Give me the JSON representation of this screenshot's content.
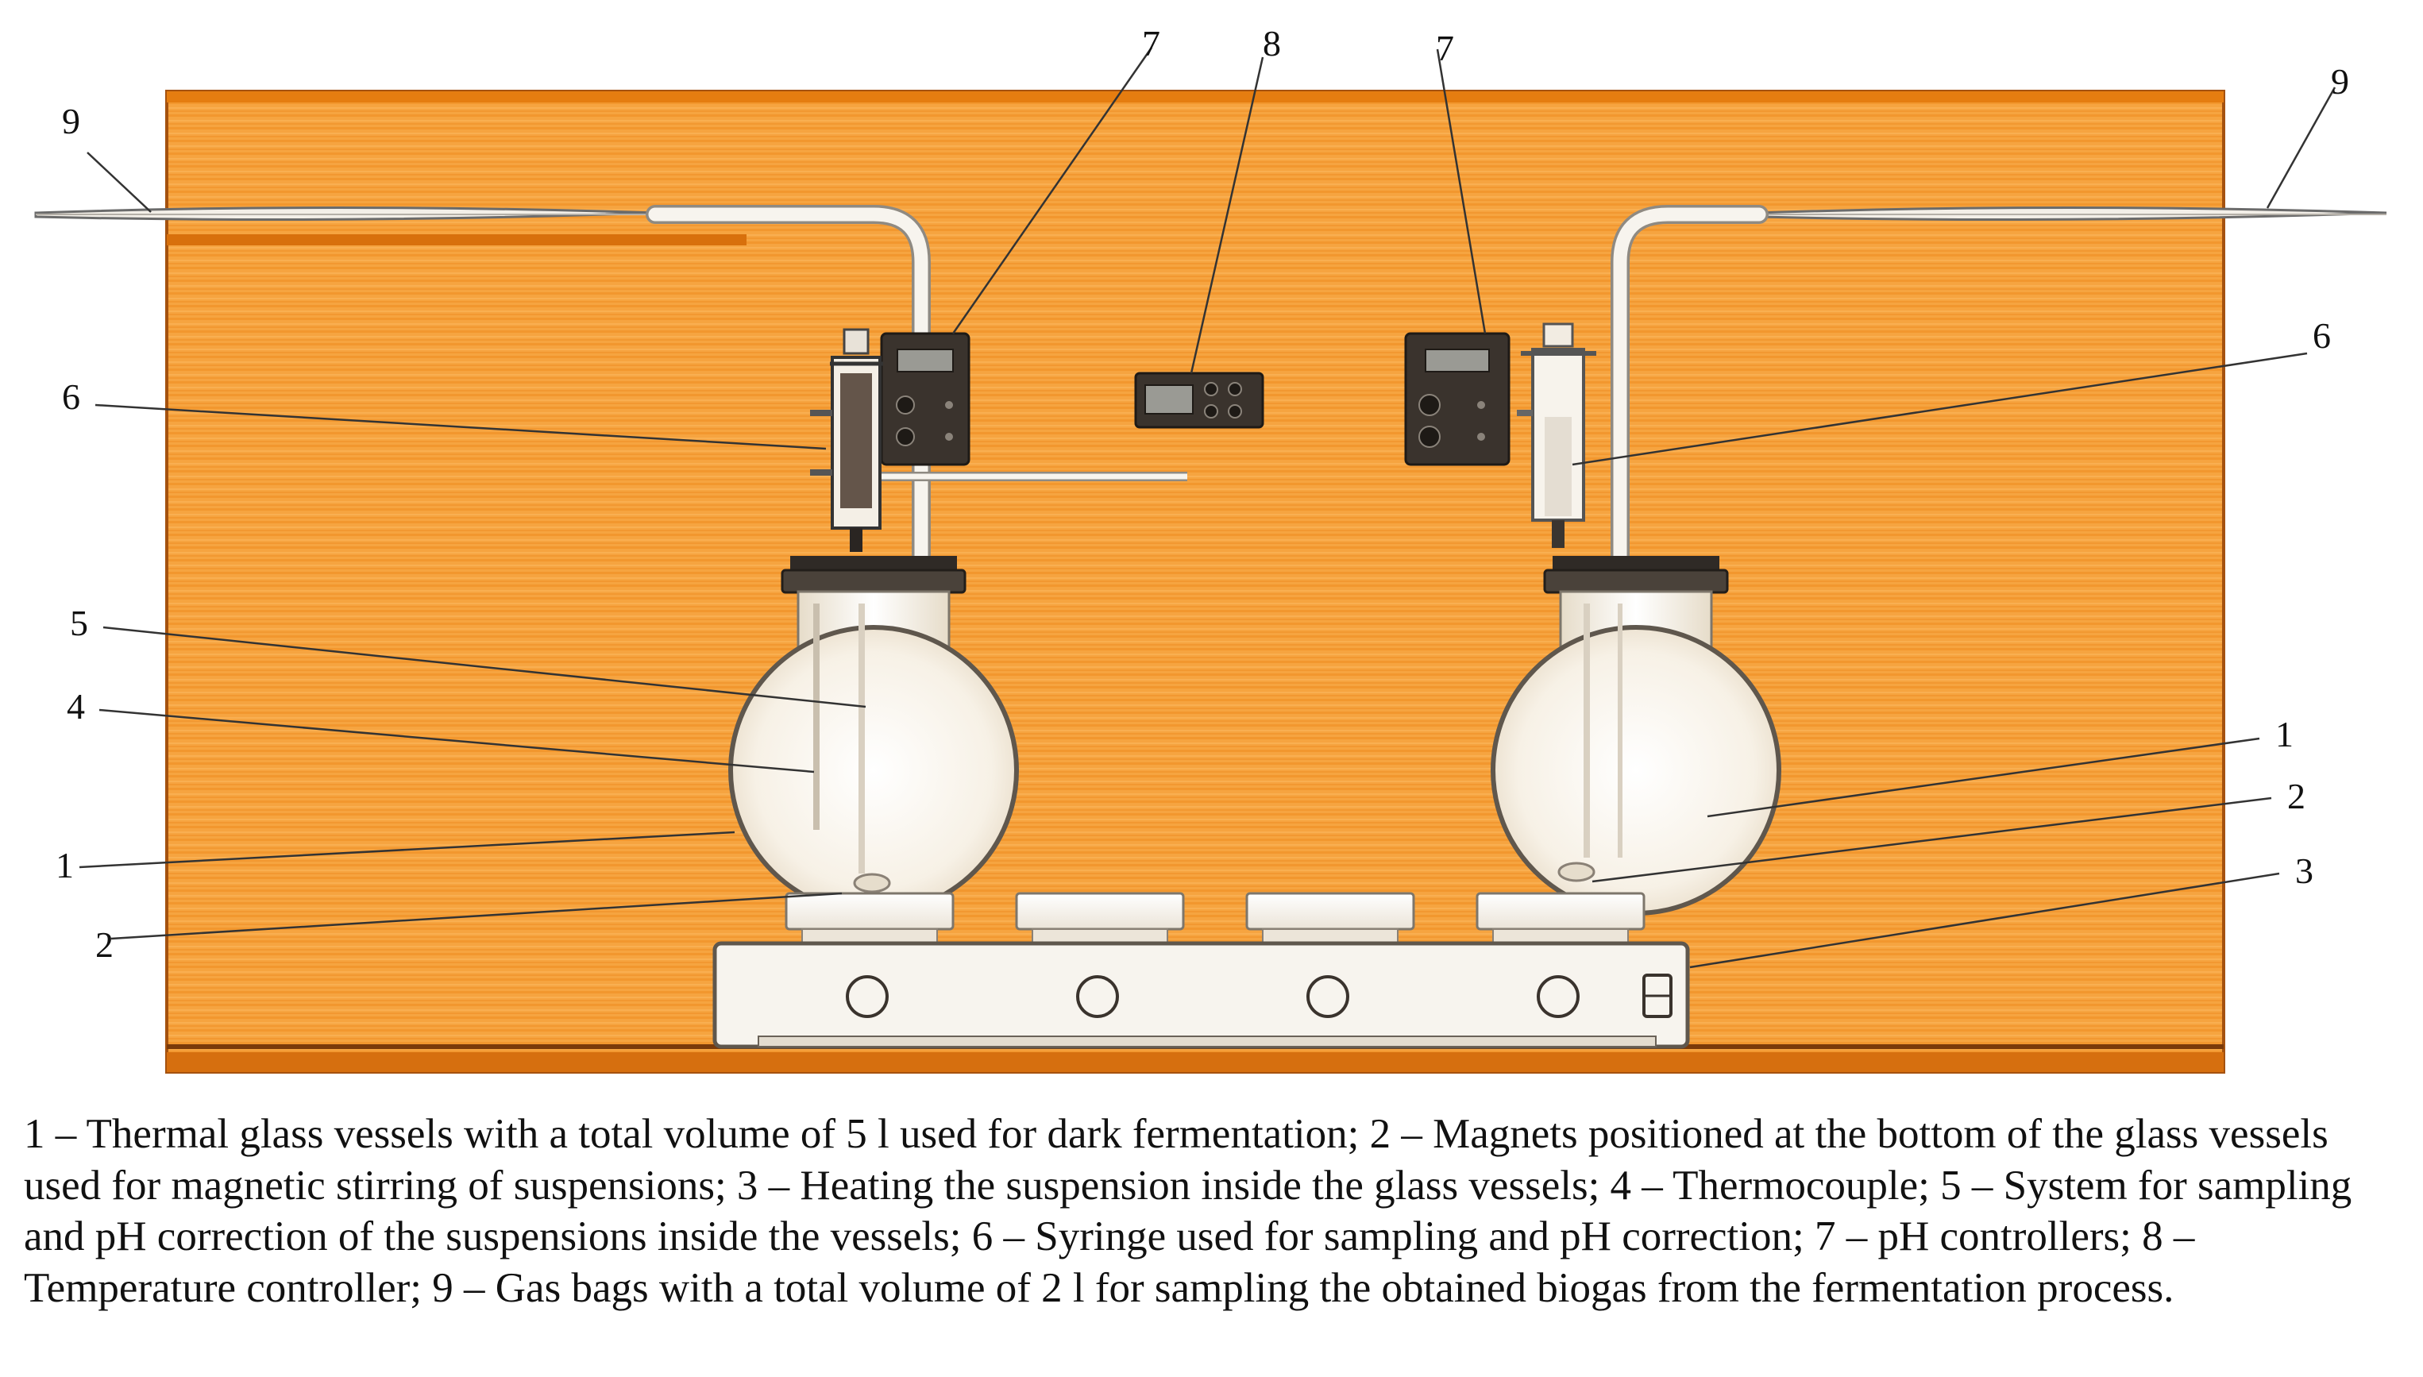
{
  "figure": {
    "callouts": {
      "left_9": "9",
      "right_9": "9",
      "left_7": "7",
      "right_7": "7",
      "center_8": "8",
      "left_6": "6",
      "right_6": "6",
      "left_5": "5",
      "left_4": "4",
      "left_1": "1",
      "right_1": "1",
      "left_2": "2",
      "right_2": "2",
      "right_3": "3"
    },
    "colors": {
      "wood_light": "#f7a845",
      "wood_dark": "#ef8818",
      "board_edge": "#7a3a0a",
      "glass_fill": "#fbf7ef",
      "controller": "#3a332d"
    },
    "icons": [
      "flask-icon",
      "syringe-icon",
      "ph-controller-icon",
      "temperature-controller-icon",
      "magnetic-stirrer-icon",
      "gas-bag-icon"
    ]
  },
  "caption": {
    "text": "1 – Thermal glass vessels with a total volume of 5 l used for dark fermentation; 2 – Magnets positioned at the bottom of the glass vessels used for magnetic stirring of suspensions; 3 – Heating the suspension inside the glass vessels; 4 – Thermocouple; 5 – System for sampling and pH correction of the suspensions inside the vessels; 6 – Syringe used for sampling and pH correction; 7 – pH controllers; 8 – Temperature controller; 9 – Gas bags with a total volume of 2 l for sampling the obtained biogas from the fermentation process."
  }
}
